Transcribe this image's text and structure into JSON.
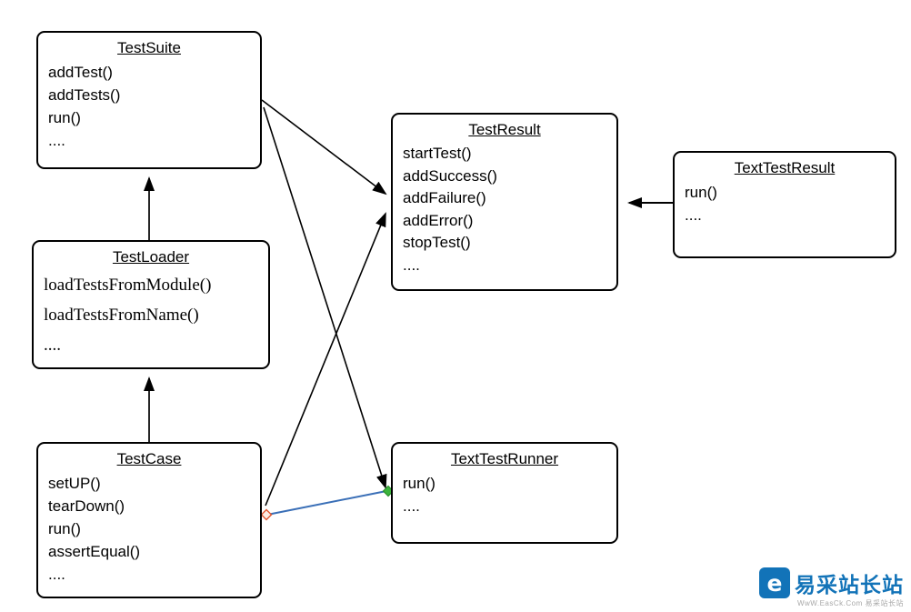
{
  "diagram": {
    "classes": [
      {
        "id": "testsuite",
        "title": "TestSuite",
        "methods": [
          "addTest()",
          "addTests()",
          "run()",
          "...."
        ]
      },
      {
        "id": "testloader",
        "title": "TestLoader",
        "methods": [
          "loadTestsFromModule()",
          "loadTestsFromName()",
          "...."
        ]
      },
      {
        "id": "testcase",
        "title": "TestCase",
        "methods": [
          "setUP()",
          "tearDown()",
          "run()",
          "assertEqual()",
          "...."
        ]
      },
      {
        "id": "testresult",
        "title": "TestResult",
        "methods": [
          "startTest()",
          "addSuccess()",
          "addFailure()",
          "addError()",
          "stopTest()",
          "...."
        ]
      },
      {
        "id": "texttestresult",
        "title": "TextTestResult",
        "methods": [
          "run()",
          "...."
        ]
      },
      {
        "id": "texttestrunner",
        "title": "TextTestRunner",
        "methods": [
          "run()",
          "...."
        ]
      }
    ],
    "connections": [
      {
        "from": "TestLoader",
        "to": "TestSuite",
        "style": "black-arrow"
      },
      {
        "from": "TestCase",
        "to": "TestLoader",
        "style": "black-arrow"
      },
      {
        "from": "TestSuite",
        "to": "TestResult",
        "style": "black-arrow"
      },
      {
        "from": "TestSuite",
        "to": "TextTestRunner",
        "style": "black-arrow"
      },
      {
        "from": "TestCase",
        "to": "TestResult",
        "style": "black-arrow"
      },
      {
        "from": "TextTestResult",
        "to": "TestResult",
        "style": "black-arrow"
      },
      {
        "from": "TestCase",
        "to": "TextTestRunner",
        "style": "selected-blue-connector"
      }
    ],
    "colors": {
      "line": "#000000",
      "selected_connector": "#3a6fb7",
      "handle_start": "#e0552d",
      "handle_end": "#3cb43c"
    }
  },
  "watermark": {
    "logo_letter": "e",
    "brand": "易采站长站",
    "subtitle": "WwW.EasCk.Com 易采站长站",
    "brand_color": "#1273b8"
  }
}
